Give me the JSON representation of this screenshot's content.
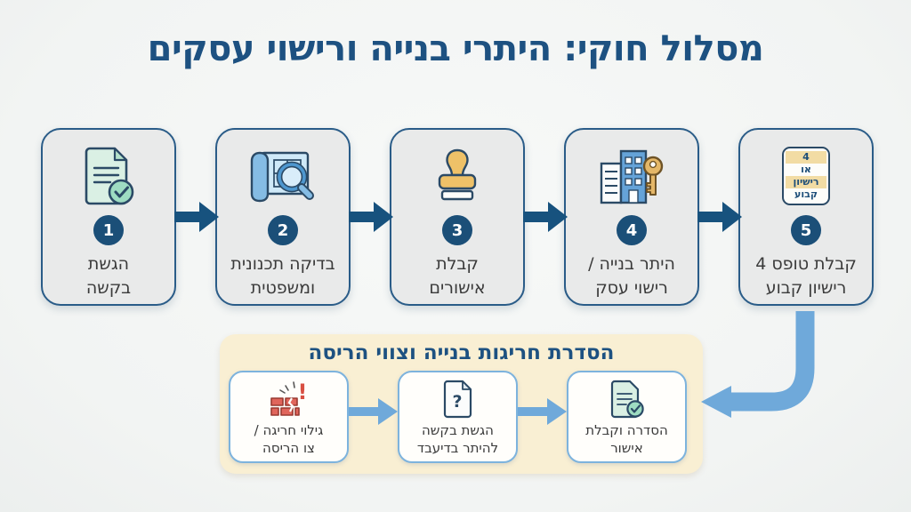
{
  "title": "מסלול חוקי: היתרי בנייה ורישוי עסקים",
  "colors": {
    "page-bg": "#f4f6f5",
    "title-blue": "#1d5181",
    "box-fill": "#e9eaea",
    "box-border": "#2a5c88",
    "dark-arrow": "#17527e",
    "badge-bg": "#1b4f78",
    "label-text": "#3a3a3a",
    "panel-fill": "#f9efd3",
    "sub-border": "#7db3dd",
    "light-arrow": "#6fa9da",
    "hl-band": "#f2dca4"
  },
  "steps": [
    {
      "number": "1",
      "icon": "document-check-icon",
      "label": "הגשת בקשה",
      "lines": [
        "הגשת",
        "בקשה"
      ]
    },
    {
      "number": "2",
      "icon": "blueprint-magnifier-icon",
      "label": "בדיקה תכנונית ומשפטית",
      "lines": [
        "בדיקה תכנונית",
        "ומשפטית"
      ]
    },
    {
      "number": "3",
      "icon": "rubber-stamp-icon",
      "label": "קבלת אישורים",
      "lines": [
        "קבלת",
        "אישורים"
      ]
    },
    {
      "number": "4",
      "icon": "building-key-icon",
      "label": "היתר בנייה / רישוי עסק",
      "lines": [
        "היתר בנייה /",
        "רישוי עסק"
      ]
    },
    {
      "number": "5",
      "icon": "form4-license-card-icon",
      "label": "קבלת טופס 4 רישיון קבוע",
      "lines": [
        "קבלת טופס 4",
        "רישיון קבוע"
      ],
      "card_lines": [
        {
          "text": "4",
          "highlight": true
        },
        {
          "text": "או",
          "highlight": false
        },
        {
          "text": "רישיון",
          "highlight": true
        },
        {
          "text": "קבוע",
          "highlight": false
        }
      ]
    }
  ],
  "panel": {
    "title": "הסדרת חריגות בנייה וצווי הריסה",
    "sub_steps": [
      {
        "icon": "broken-wall-alert-icon",
        "glyph": "!",
        "label": "גילוי חריגה / צו הריסה",
        "lines": [
          "גילוי חריגה /",
          "צו הריסה"
        ]
      },
      {
        "icon": "document-question-icon",
        "glyph": "?",
        "label": "הגשת בקשה להיתר בדיעבד",
        "lines": [
          "הגשת בקשה",
          "להיתר בדיעבד"
        ]
      },
      {
        "icon": "document-check-icon",
        "label": "הסדרה וקבלת אישור",
        "lines": [
          "הסדרה וקבלת",
          "אישור"
        ]
      }
    ]
  }
}
